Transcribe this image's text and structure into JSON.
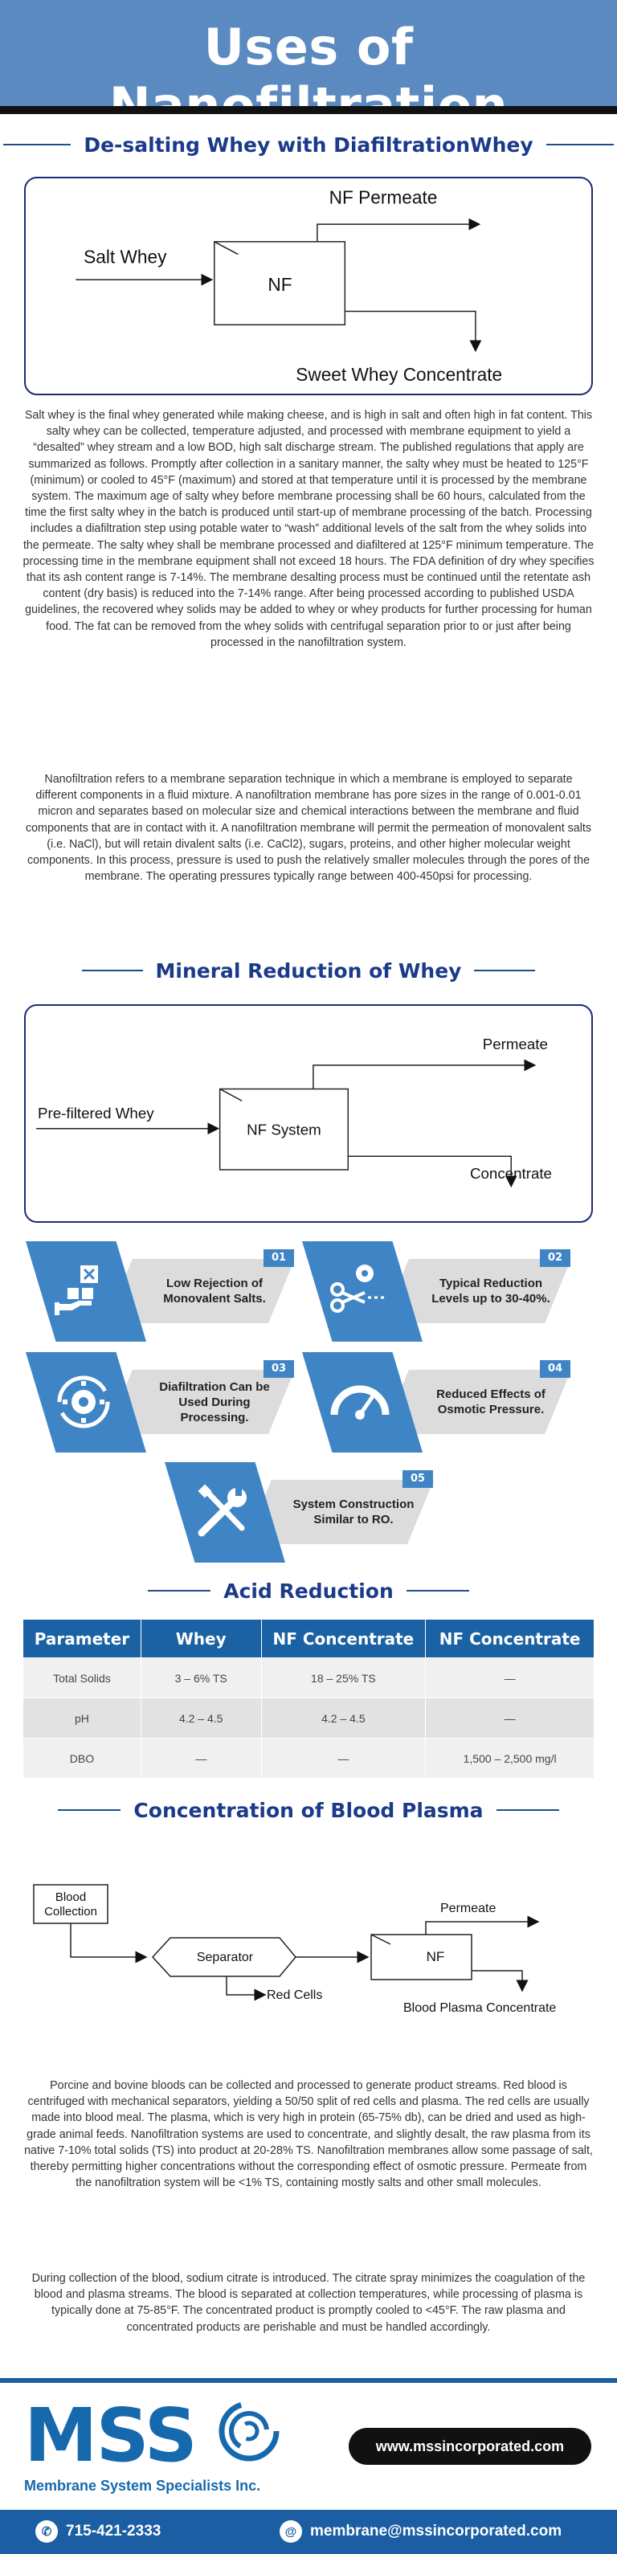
{
  "header": {
    "title": "Uses of Nanofiltration"
  },
  "section1": {
    "title": "De-salting Whey with DiafiltrationWhey",
    "diagram": {
      "input": "Salt Whey",
      "unit": "NF",
      "top_output": "NF Permeate",
      "bottom_output": "Sweet Whey Concentrate"
    },
    "para1": "Salt whey is the final whey generated while making cheese, and is high in salt and often high in fat content. This salty whey can be collected, temperature adjusted, and processed with membrane equipment to yield a “desalted” whey stream and a low BOD, high salt discharge stream. The published regulations that apply are summarized as follows. Promptly after collection in a sanitary manner, the salty whey must be heated to 125°F (minimum) or cooled to 45°F (maximum) and stored at that temperature until it is processed by the membrane system. The maximum age of salty whey before membrane processing shall be 60 hours, calculated from the time the first salty whey in the batch is produced until start-up of membrane processing of the batch. Processing includes a diafiltration step using potable water to “wash” additional levels of the salt from the whey solids into the permeate. The salty whey shall be membrane processed and diafiltered at 125°F minimum temperature. The processing time in the membrane equipment shall not exceed 18 hours. The FDA definition of dry whey specifies that its ash content range is 7-14%. The membrane desalting process must be continued until the retentate ash content (dry basis) is reduced into the 7-14% range. After being processed according to published USDA guidelines, the recovered whey solids may be added to whey or whey products for further processing for human food. The fat can be removed from the whey solids with centrifugal separation prior to or just after being processed in the nanofiltration system.",
    "para2": "Nanofiltration refers to a membrane separation technique in which a membrane is employed to separate different components in a fluid mixture. A nanofiltration membrane has pore sizes in the range of 0.001-0.01 micron and separates based on molecular size and chemical interactions between the membrane and fluid components that are in contact with it. A nanofiltration membrane will permit the permeation of monovalent salts (i.e. NaCl), but will retain divalent salts (i.e. CaCl2), sugars, proteins, and other higher molecular weight components. In this process, pressure is used to push the relatively smaller molecules through the pores of the membrane. The operating pressures typically range between 400-450psi for processing."
  },
  "section2": {
    "title": "Mineral Reduction of Whey",
    "diagram": {
      "input": "Pre-filtered Whey",
      "unit": "NF System",
      "top_output": "Permeate",
      "bottom_output": "Concentrate"
    },
    "features": [
      {
        "num": "01",
        "label": "Low Rejection of Monovalent Salts.",
        "icon": "hand-sorting-icon"
      },
      {
        "num": "02",
        "label": "Typical Reduction Levels up to 30-40%.",
        "icon": "scissors-gear-icon"
      },
      {
        "num": "03",
        "label": "Diafiltration Can be Used During Processing.",
        "icon": "gear-cycle-icon"
      },
      {
        "num": "04",
        "label": "Reduced Effects of Osmotic Pressure.",
        "icon": "gauge-icon"
      },
      {
        "num": "05",
        "label": "System Construction Similar to RO.",
        "icon": "wrench-screwdriver-icon"
      }
    ]
  },
  "section3": {
    "title": "Acid Reduction",
    "table": {
      "headers": [
        "Parameter",
        "Whey",
        "NF Concentrate",
        "NF Concentrate"
      ],
      "rows": [
        [
          "Total Solids",
          "3 – 6% TS",
          "18 – 25% TS",
          "—"
        ],
        [
          "pH",
          "4.2 – 4.5",
          "4.2 – 4.5",
          "—"
        ],
        [
          "DBO",
          "—",
          "—",
          "1,500 – 2,500 mg/l"
        ]
      ]
    }
  },
  "section4": {
    "title": "Concentration of Blood Plasma",
    "diagram": {
      "input": "Blood Collection",
      "separator": "Separator",
      "side_output": "Red Cells",
      "unit": "NF",
      "top_output": "Permeate",
      "bottom_output": "Blood Plasma Concentrate"
    },
    "para1": "Porcine and bovine bloods can be collected and processed to generate product streams. Red blood is centrifuged with mechanical separators, yielding a 50/50 split of red cells and plasma. The red cells are usually made into blood meal. The plasma, which is very high in protein (65-75% db), can be dried and used as high-grade animal feeds. Nanofiltration systems are used to concentrate, and slightly desalt, the raw plasma from its native 7-10% total solids (TS) into product at 20-28% TS. Nanofiltration membranes allow some passage of salt, thereby permitting higher concentrations without the corresponding effect of osmotic pressure. Permeate from the nanofiltration system will be <1% TS, containing mostly salts and other small molecules.",
    "para2": "During collection of the blood, sodium citrate is introduced. The citrate spray minimizes the coagulation of the blood and plasma streams. The blood is separated at collection temperatures, while processing of plasma is typically done at 75-85°F. The concentrated product is promptly cooled to <45°F. The raw plasma and concentrated products are perishable and must be handled accordingly."
  },
  "footer": {
    "logo_text": "MSS",
    "company": "Membrane System Specialists Inc.",
    "website": "www.mssincorporated.com",
    "phone": "715-421-2333",
    "email": "membrane@mssincorporated.com"
  },
  "colors": {
    "header_blue": "#5b8ac0",
    "title_blue": "#1b3a8a",
    "accent_blue": "#3f85c6",
    "table_header": "#1a62a3",
    "footer_blue": "#1b5ea3"
  }
}
